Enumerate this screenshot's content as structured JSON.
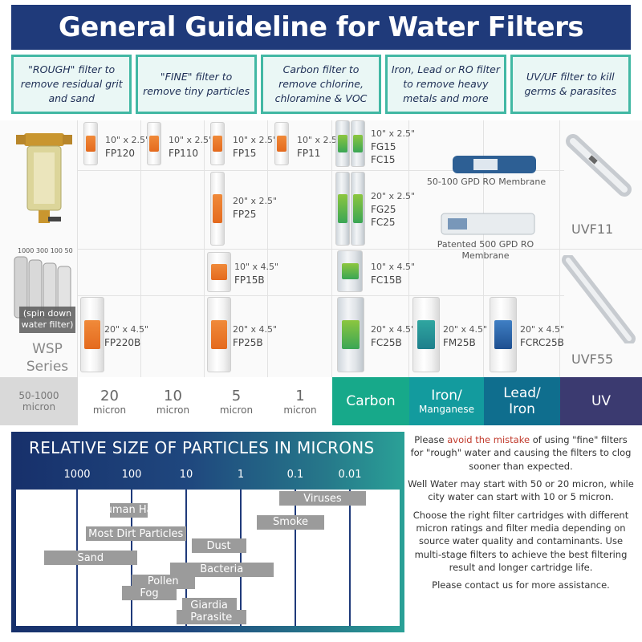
{
  "title": "General Guideline for Water Filters",
  "headers": [
    "\"ROUGH\" filter to remove residual grit and sand",
    "\"FINE\" filter to remove tiny particles",
    "Carbon filter to remove chlorine, chloramine & VOC",
    "Iron, Lead or RO filter to remove heavy metals and more",
    "UV/UF filter to kill germs & parasites"
  ],
  "wsp": {
    "spin_label": "(spin down water filter)",
    "series": "WSP Series",
    "stack_labels": "1000 300 100 50"
  },
  "cartridges": {
    "fp120": {
      "size": "10\" x 2.5\"",
      "code": "FP120"
    },
    "fp110": {
      "size": "10\" x 2.5\"",
      "code": "FP110"
    },
    "fp15": {
      "size": "10\" x 2.5\"",
      "code": "FP15"
    },
    "fp11": {
      "size": "10\" x 2.5\"",
      "code": "FP11"
    },
    "fg15": {
      "size": "10\" x 2.5\"",
      "code1": "FG15",
      "code2": "FC15"
    },
    "fp25": {
      "size": "20\" x 2.5\"",
      "code": "FP25"
    },
    "fg25": {
      "size": "20\" x 2.5\"",
      "code1": "FG25",
      "code2": "FC25"
    },
    "fp15b": {
      "size": "10\" x 4.5\"",
      "code": "FP15B"
    },
    "fc15b": {
      "size": "10\" x 4.5\"",
      "code": "FC15B"
    },
    "fp220b": {
      "size": "20\" x 4.5\"",
      "code": "FP220B"
    },
    "fp25b": {
      "size": "20\" x 4.5\"",
      "code": "FP25B"
    },
    "fc25b": {
      "size": "20\" x 4.5\"",
      "code": "FC25B"
    },
    "fm25b": {
      "size": "20\" x 4.5\"",
      "code": "FM25B"
    },
    "fcrc25b": {
      "size": "20\" x 4.5\"",
      "code": "FCRC25B"
    }
  },
  "membranes": {
    "m1": "50-100 GPD RO Membrane",
    "m2": "Patented 500 GPD RO Membrane"
  },
  "uv": {
    "u1": "UVF11",
    "u2": "UVF55"
  },
  "micron_row": [
    {
      "big": "50-1000",
      "small": "micron"
    },
    {
      "big": "20",
      "small": "micron"
    },
    {
      "big": "10",
      "small": "micron"
    },
    {
      "big": "5",
      "small": "micron"
    },
    {
      "big": "1",
      "small": "micron"
    },
    {
      "big": "Carbon",
      "small": ""
    },
    {
      "big": "Iron/",
      "small": "Manganese"
    },
    {
      "big": "Lead/",
      "small": "Iron"
    },
    {
      "big": "UV",
      "small": ""
    }
  ],
  "relative_size": {
    "title": "RELATIVE SIZE OF PARTICLES IN MICRONS",
    "scale": [
      "1000",
      "100",
      "10",
      "1",
      "0.1",
      "0.01"
    ],
    "particles": [
      {
        "name": "Viruses",
        "from": 0.005,
        "to": 0.2
      },
      {
        "name": "Human Hair",
        "from": 50,
        "to": 250
      },
      {
        "name": "Smoke",
        "from": 0.03,
        "to": 0.5
      },
      {
        "name": "Most Dirt Particles",
        "from": 10,
        "to": 700
      },
      {
        "name": "Dust",
        "from": 0.8,
        "to": 8
      },
      {
        "name": "Sand",
        "from": 80,
        "to": 4000
      },
      {
        "name": "Bacteria",
        "from": 0.25,
        "to": 20
      },
      {
        "name": "Pollen",
        "from": 7,
        "to": 100
      },
      {
        "name": "Fog",
        "from": 15,
        "to": 150
      },
      {
        "name": "Giardia",
        "from": 1.2,
        "to": 12
      },
      {
        "name": "Parasite",
        "from": 0.8,
        "to": 15
      }
    ]
  },
  "advice": {
    "p1_a": "Please ",
    "p1_red": "avoid the mistake",
    "p1_b": " of using \"fine\" filters for \"rough\" water and causing the filters to clog sooner than expected.",
    "p2": "Well Water may start with 50 or 20 micron, while city water can start with 10 or 5 micron.",
    "p3": "Choose the right filter cartridges with different micron ratings and filter media depending on source water quality and contaminants. Use multi-stage filters to achieve the best filtering result and longer cartridge life.",
    "p4": "Please contact us for more assistance."
  }
}
